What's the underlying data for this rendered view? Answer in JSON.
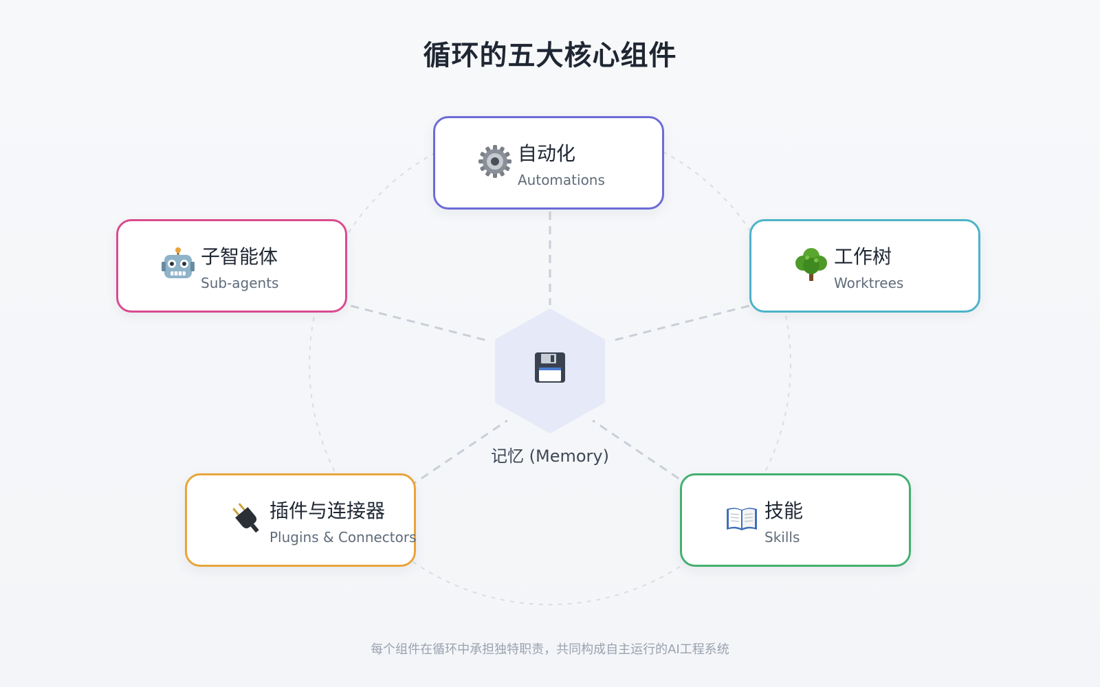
{
  "title": "循环的五大核心组件",
  "center": {
    "label": "记忆 (Memory)",
    "icon": "floppy-disk-icon",
    "fill": "#e6e9f7"
  },
  "components": [
    {
      "key": "automations",
      "zh": "自动化",
      "en": "Automations",
      "icon": "gear-icon",
      "color": "#6b6bd6"
    },
    {
      "key": "subagents",
      "zh": "子智能体",
      "en": "Sub-agents",
      "icon": "robot-icon",
      "color": "#d94b8e"
    },
    {
      "key": "worktrees",
      "zh": "工作树",
      "en": "Worktrees",
      "icon": "tree-icon",
      "color": "#4bb3c8"
    },
    {
      "key": "plugins",
      "zh": "插件与连接器",
      "en": "Plugins & Connectors",
      "icon": "plug-icon",
      "color": "#e8a43a"
    },
    {
      "key": "skills",
      "zh": "技能",
      "en": "Skills",
      "icon": "book-icon",
      "color": "#43b070"
    }
  ],
  "footer": "每个组件在循环中承担独特职责，共同构成自主运行的AI工程系统"
}
